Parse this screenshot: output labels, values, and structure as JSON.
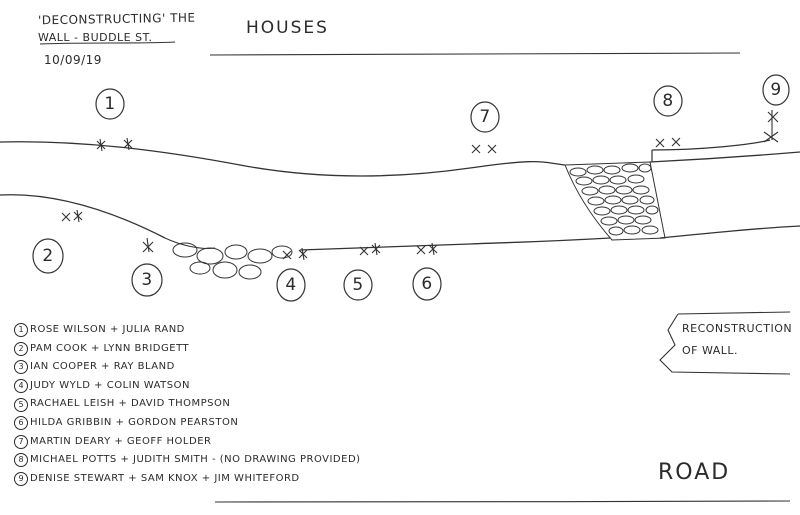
{
  "header": {
    "title_line1": "'DECONSTRUCTING' THE",
    "title_line2": "WALL - BUDDLE ST.",
    "date": "10/09/19",
    "houses_label": "HOUSES"
  },
  "house_markers": [
    {
      "number": "1"
    },
    {
      "number": "2"
    },
    {
      "number": "3"
    },
    {
      "number": "4"
    },
    {
      "number": "5"
    },
    {
      "number": "6"
    },
    {
      "number": "7"
    },
    {
      "number": "8"
    },
    {
      "number": "9"
    }
  ],
  "legend": [
    {
      "number": "1",
      "text": "ROSE WILSON + JULIA RAND"
    },
    {
      "number": "2",
      "text": "PAM COOK + LYNN BRIDGETT"
    },
    {
      "number": "3",
      "text": "IAN COOPER + RAY BLAND"
    },
    {
      "number": "4",
      "text": "JUDY WYLD + COLIN WATSON"
    },
    {
      "number": "5",
      "text": "RACHAEL LEISH + DAVID THOMPSON"
    },
    {
      "number": "6",
      "text": "HILDA GRIBBIN + GORDON PEARSTON"
    },
    {
      "number": "7",
      "text": "MARTIN DEARY + GEOFF HOLDER"
    },
    {
      "number": "8",
      "text": "MICHAEL POTTS + JUDITH SMITH - (NO DRAWING PROVIDED)"
    },
    {
      "number": "9",
      "text": "DENISE STEWART + SAM KNOX + JIM WHITEFORD"
    }
  ],
  "annotations": {
    "reconstruction_line1": "RECONSTRUCTION",
    "reconstruction_line2": "OF WALL.",
    "road_label": "ROAD"
  },
  "colors": {
    "ink": "#2a2a2a",
    "paper": "#ffffff"
  }
}
